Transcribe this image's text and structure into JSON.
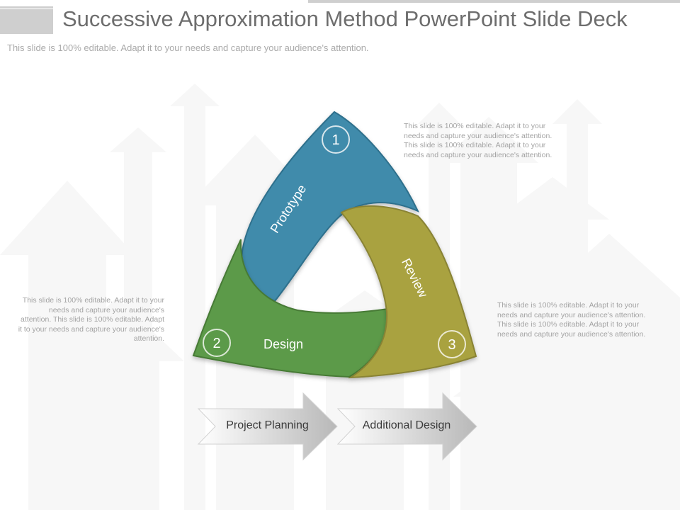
{
  "title": "Successive Approximation Method PowerPoint Slide Deck",
  "subtitle": "This slide is 100% editable. Adapt it to your needs and capture your audience's attention.",
  "notes": {
    "top_right": "This slide is 100% editable. Adapt it to your needs and capture your audience's attention. This slide is 100% editable. Adapt it to your needs and capture your audience's attention.",
    "left": "This slide is 100% editable. Adapt it to your needs and capture your audience's attention. This slide is 100% editable. Adapt it to your needs and capture your audience's attention.",
    "bottom_right": "This slide is 100% editable. Adapt it to your needs and capture your audience's attention. This slide is 100% editable. Adapt it to your needs and capture your audience's attention."
  },
  "cycle": [
    {
      "number": "1",
      "label": "Prototype",
      "color": "#3f8bab"
    },
    {
      "number": "2",
      "label": "Design",
      "color": "#5b9a49"
    },
    {
      "number": "3",
      "label": "Review",
      "color": "#a9a23f"
    }
  ],
  "chevrons": [
    {
      "label": "Project Planning"
    },
    {
      "label": "Additional Design"
    }
  ]
}
